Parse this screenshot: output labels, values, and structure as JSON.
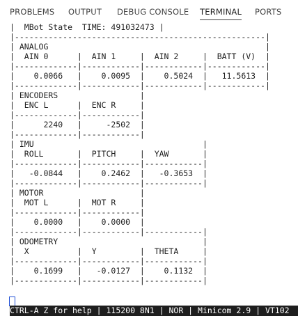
{
  "panel_tabs": [
    {
      "label": "PROBLEMS"
    },
    {
      "label": "OUTPUT"
    },
    {
      "label": "DEBUG CONSOLE"
    },
    {
      "label": "TERMINAL",
      "active": true
    },
    {
      "label": "PORTS"
    }
  ],
  "terminal": {
    "lines": [
      "|  MBot State  TIME: 491032473 |",
      "|----------------------------------------------------|",
      "| ANALOG                                             |",
      "|  AIN 0      |  AIN 1     |  AIN 2     |  BATT (V)  |",
      "|-------------|------------|------------|------------|",
      "|    0.0066   |    0.0095  |    0.5024  |   11.5613  |",
      "|-------------|------------|------------|------------|",
      "| ENCODERS                 |",
      "|  ENC L      |  ENC R     |",
      "|-------------|------------|",
      "|      2240   |     -2502  |",
      "|-------------|------------|",
      "| IMU                                   |",
      "|  ROLL       |  PITCH     |  YAW       |",
      "|-------------|------------|------------|",
      "|   -0.0844   |    0.2462  |   -0.3653  |",
      "|-------------|------------|------------|",
      "| MOTOR                    |",
      "|  MOT L      |  MOT R     |",
      "|-------------|------------|",
      "|    0.0000   |    0.0000  |",
      "|-------------|------------|------------|",
      "| ODOMETRY                              |",
      "|  X          |  Y         |  THETA     |",
      "|-------------|------------|------------|",
      "|    0.1699   |   -0.0127  |    0.1132  |",
      "|-------------|------------|------------|"
    ],
    "status_bar": "CTRL-A Z for help | 115200 8N1 | NOR | Minicom 2.9 | VT102"
  }
}
